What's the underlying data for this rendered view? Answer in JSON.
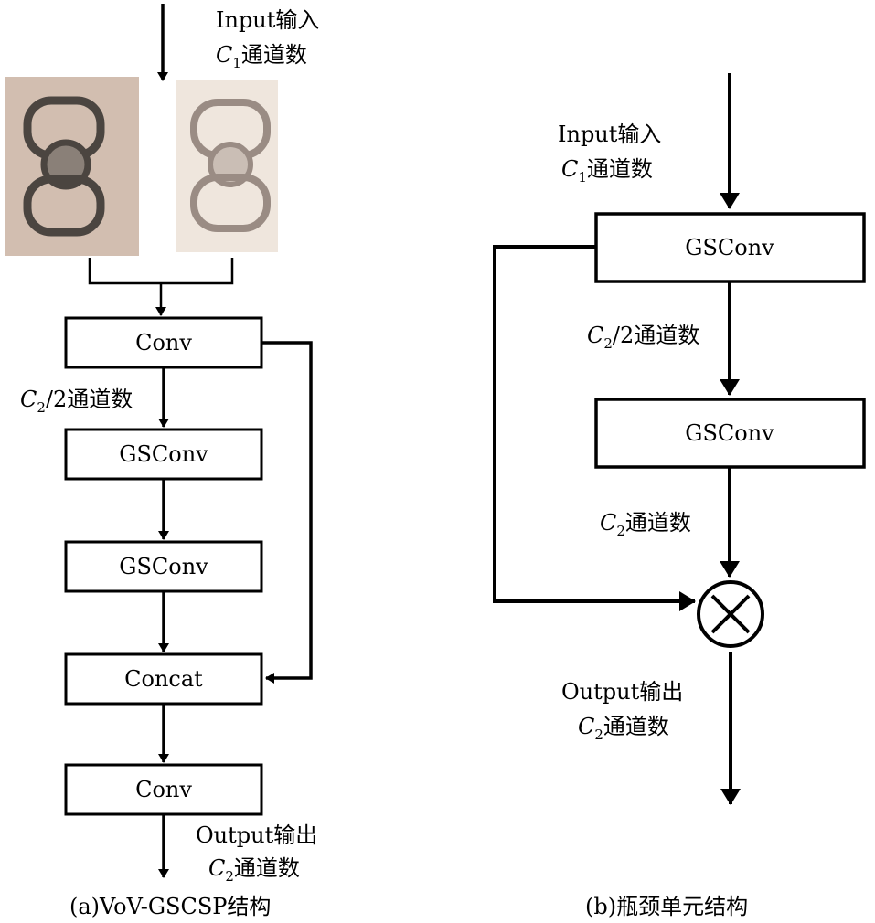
{
  "left": {
    "input_label": "Input输入",
    "input_channels": {
      "symbol": "C",
      "sub": "1",
      "text": "通道数"
    },
    "images": [
      {
        "description": "pull-tab photo",
        "icon": "pull-tab-photo-icon"
      },
      {
        "description": "pull-tab photo (enhanced)",
        "icon": "pull-tab-photo-enhanced-icon"
      }
    ],
    "boxes": {
      "conv1": "Conv",
      "gsconv1": "GSConv",
      "gsconv2": "GSConv",
      "concat": "Concat",
      "conv2": "Conv"
    },
    "mid_channels": {
      "symbol": "C",
      "sub": "2",
      "text": "/2通道数"
    },
    "output_label": "Output输出",
    "output_channels": {
      "symbol": "C",
      "sub": "2",
      "text": "通道数"
    },
    "caption": "(a)VoV-GSCSP结构"
  },
  "right": {
    "input_label": "Input输入",
    "input_channels": {
      "symbol": "C",
      "sub": "1",
      "text": "通道数"
    },
    "boxes": {
      "gsconv1": "GSConv",
      "gsconv2": "GSConv"
    },
    "mid_channels": {
      "symbol": "C",
      "sub": "2",
      "text": "/2通道数"
    },
    "pre_mult_channels": {
      "symbol": "C",
      "sub": "2",
      "text": "通道数"
    },
    "output_label": "Output输出",
    "output_channels": {
      "symbol": "C",
      "sub": "2",
      "text": "通道数"
    },
    "multiply_icon": "circled-times-icon",
    "caption": "(b)瓶颈单元结构"
  }
}
